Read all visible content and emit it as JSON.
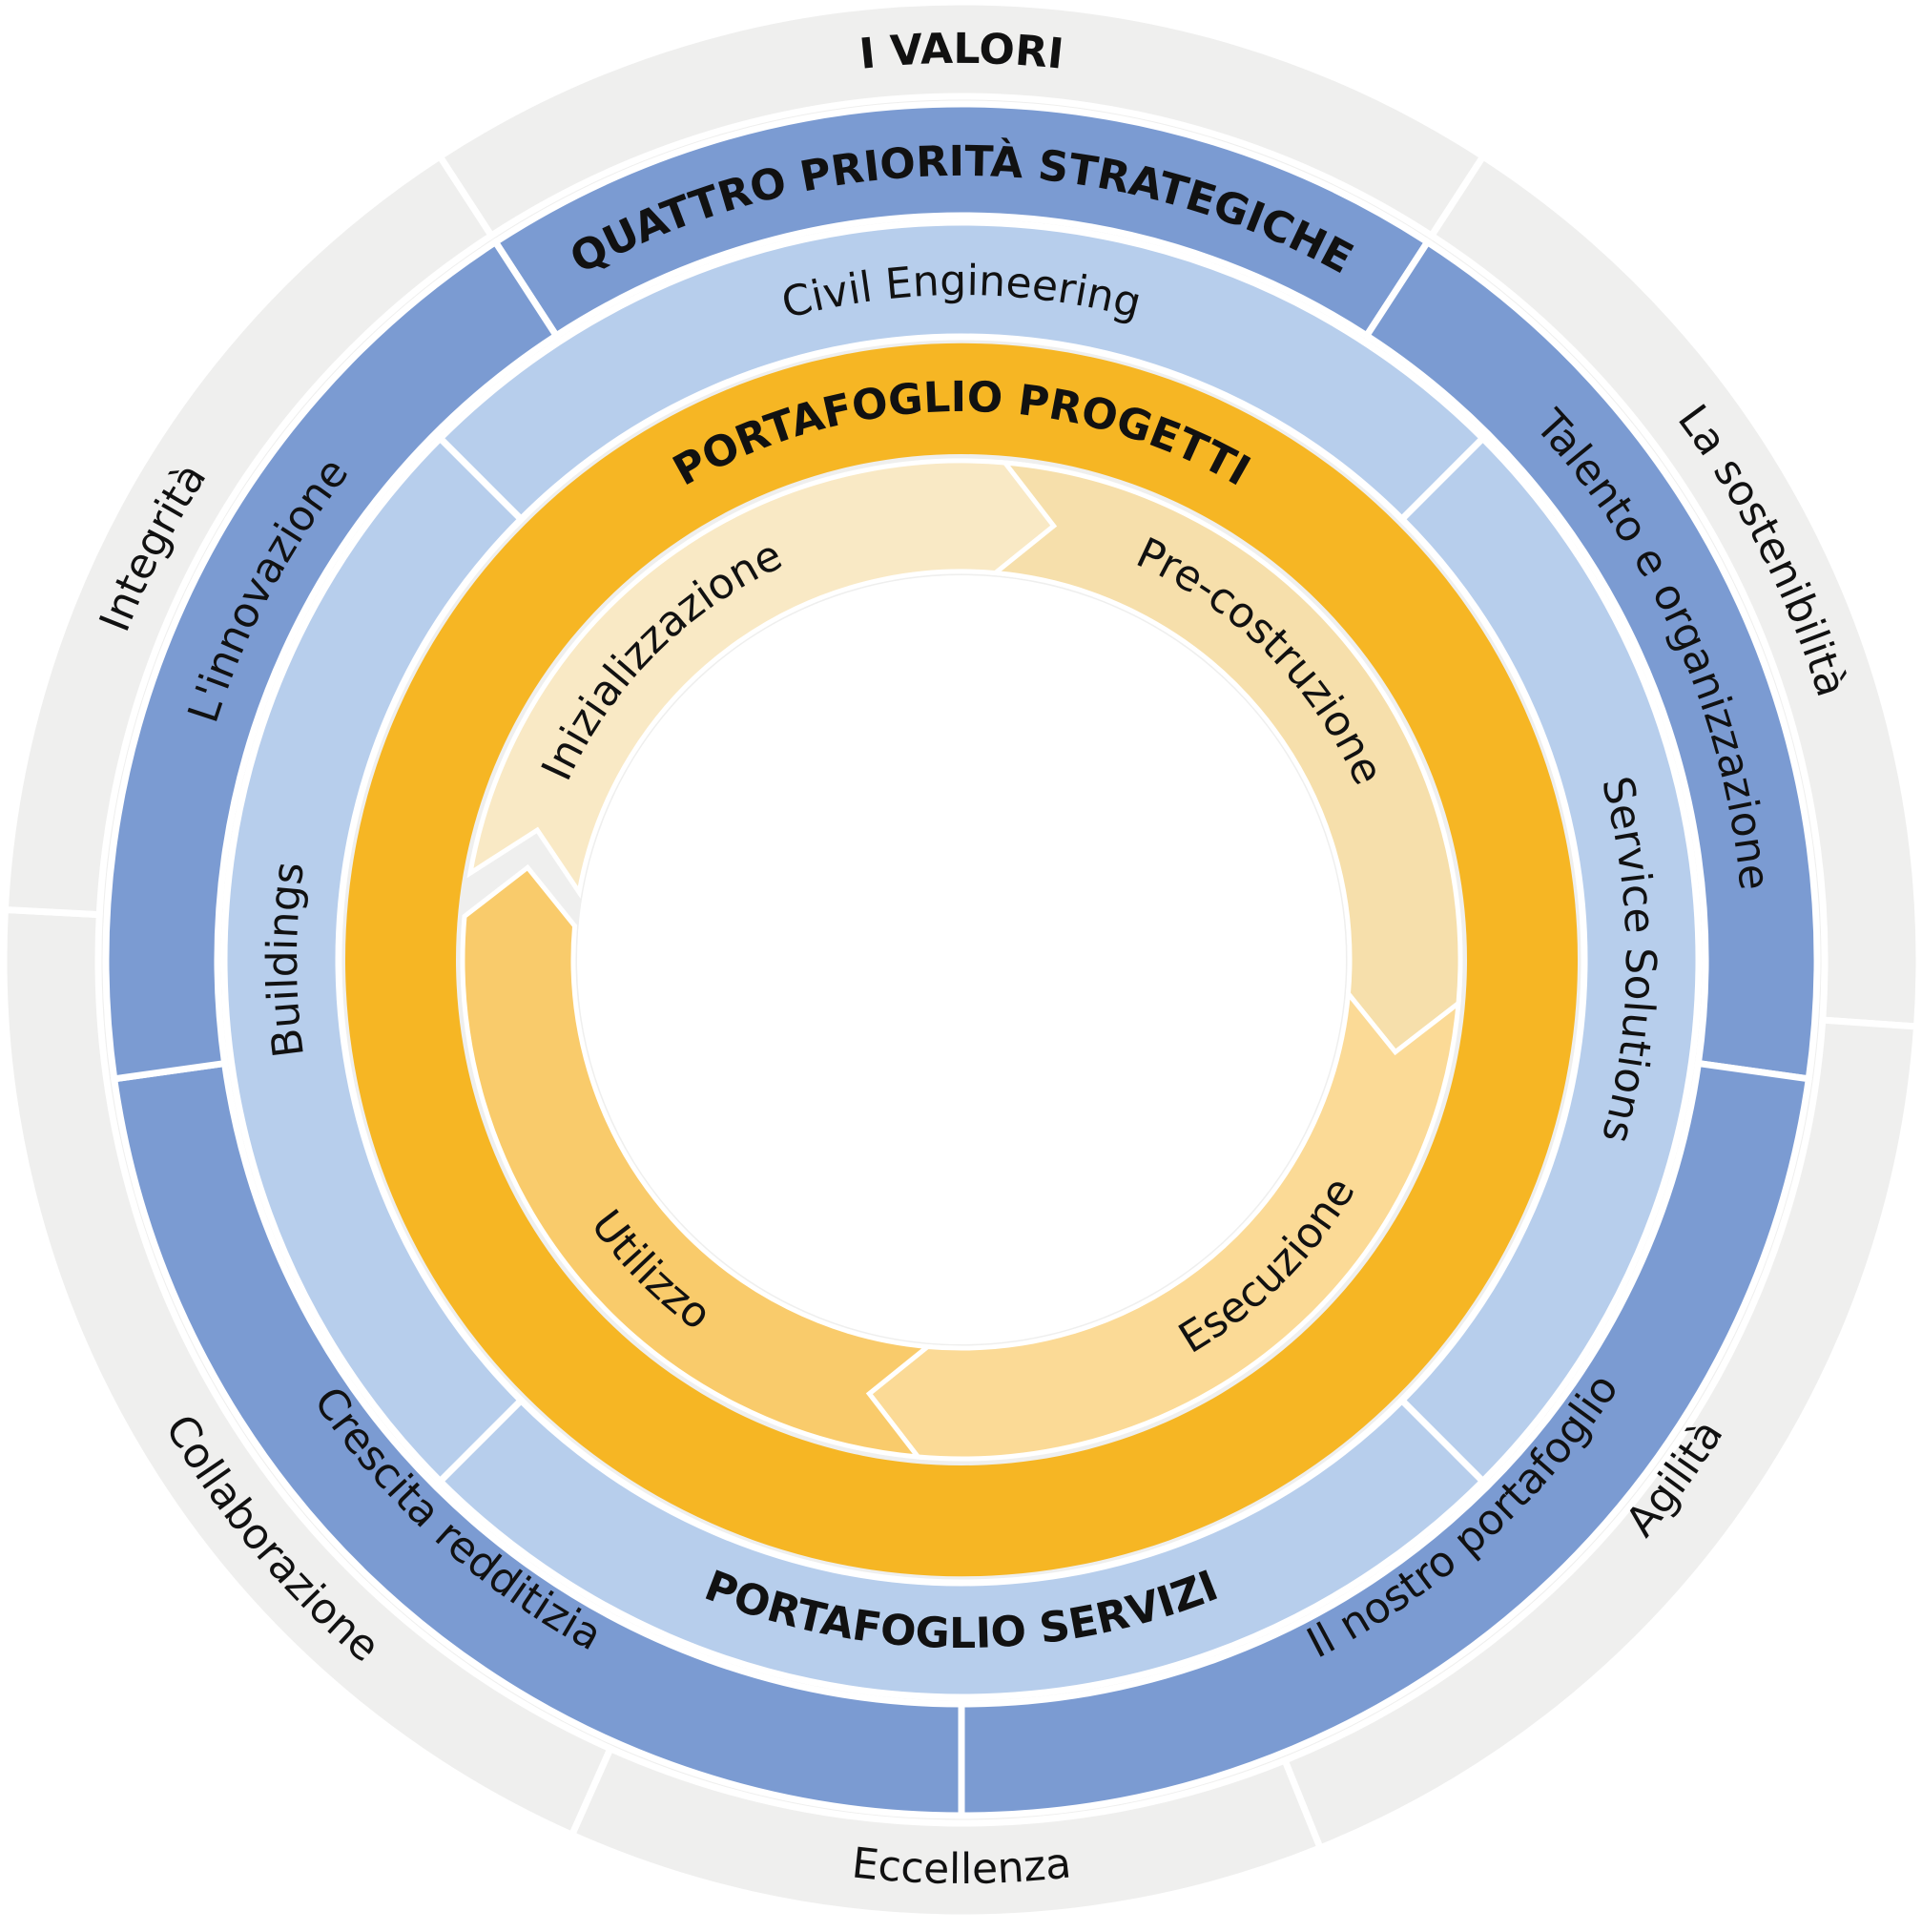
{
  "diagram": {
    "values_ring": {
      "heading": "I VALORI",
      "items": [
        "La sostenibilità",
        "Agilità",
        "Eccellenza",
        "Collaborazione",
        "Integrità"
      ]
    },
    "priorities_ring": {
      "heading": "QUATTRO PRIORITÀ STRATEGICHE",
      "items": [
        "Talento e organizzazione",
        "Il nostro portafoglio",
        "Crescita redditizia",
        "L'innovazione"
      ]
    },
    "services_ring": {
      "heading": "PORTAFOGLIO SERVIZI",
      "items": [
        "Civil Engineering",
        "Service Solutions",
        "Buildings"
      ]
    },
    "projects_ring": {
      "heading": "PORTAFOGLIO PROGETTI"
    },
    "phases": [
      "Inizializzazione",
      "Pre-costruzione",
      "Esecuzione",
      "Utilizzo"
    ],
    "colors": {
      "values": "#efefee",
      "priorities": "#7b9bd2",
      "services": "#b7ceec",
      "projects": "#f6b624",
      "phase_1": "#f9e9c5",
      "phase_2": "#f6dfab",
      "phase_3": "#fbda96",
      "phase_4": "#f9cb6b",
      "separator": "#ffffff",
      "text": "#111111"
    }
  }
}
